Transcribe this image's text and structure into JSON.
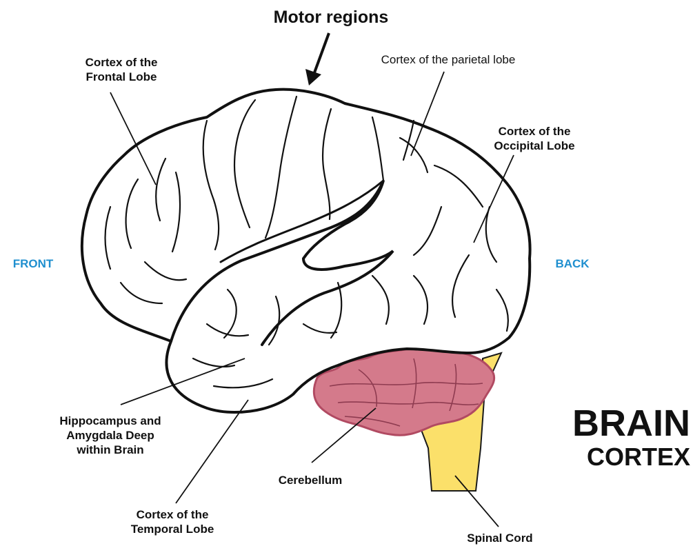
{
  "title_main": "BRAIN",
  "title_sub": "CORTEX",
  "motor": "Motor regions",
  "frontal": "Cortex of the\nFrontal Lobe",
  "parietal": "Cortex of the parietal lobe",
  "occipital": "Cortex of the\nOccipital Lobe",
  "front": "FRONT",
  "back": "BACK",
  "hippo": "Hippocampus and\nAmygdala Deep\nwithin Brain",
  "cerebellum": "Cerebellum",
  "temporal": "Cortex of the\nTemporal Lobe",
  "spinal": "Spinal Cord",
  "colors": {
    "direction": "#1f8fcf",
    "cerebellum_fill": "#d47a8b",
    "cerebellum_stroke": "#b14a62",
    "spinal_fill": "#fbe06a",
    "outline": "#111111"
  }
}
